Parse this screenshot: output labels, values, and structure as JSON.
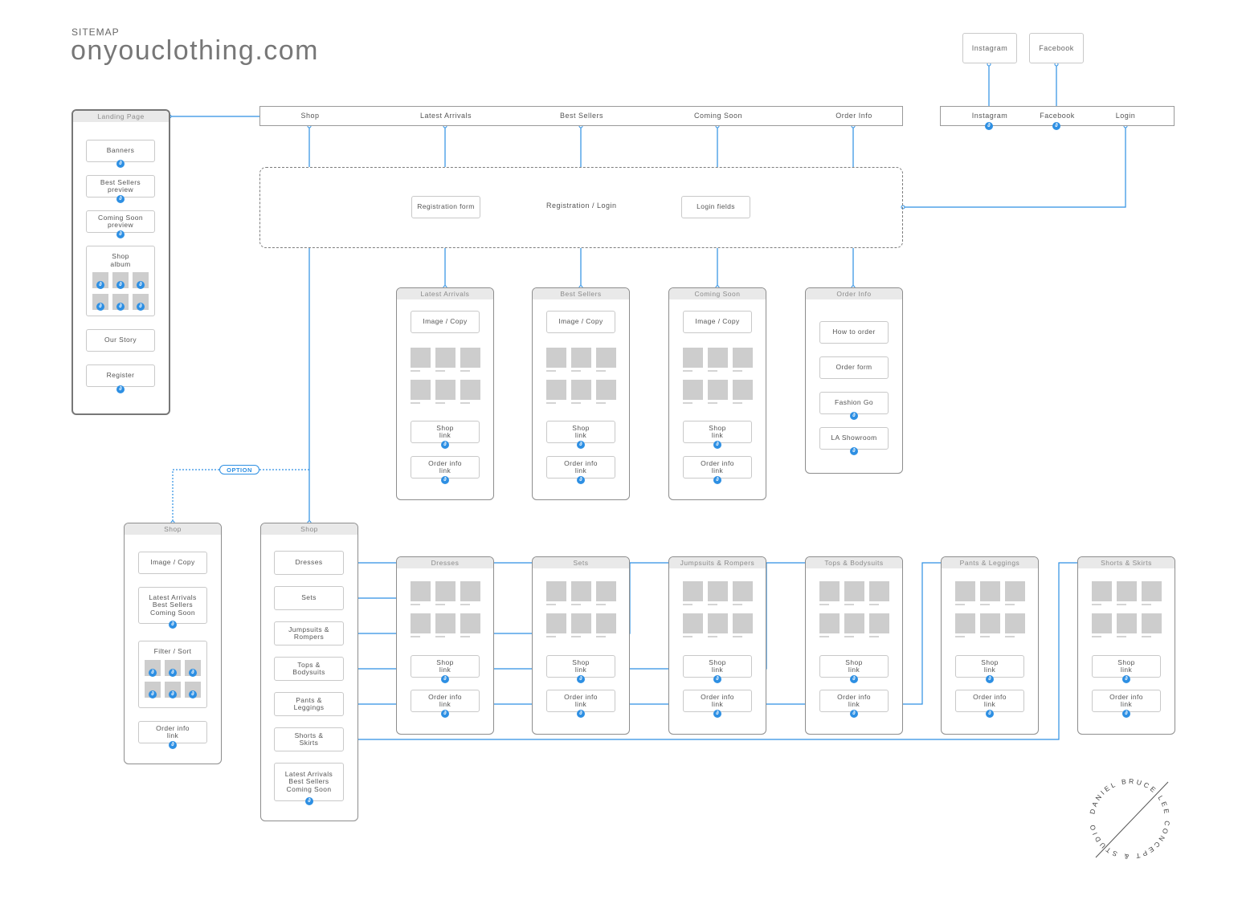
{
  "header": {
    "small": "SITEMAP",
    "title": "onyouclothing.com"
  },
  "colors": {
    "link": "#2d8fe3",
    "line": "#9a9a9a",
    "panel_header": "#e9e9e9",
    "thumb": "#cdcdcd"
  },
  "badge_glyph": "∂",
  "top_nav": {
    "shop": "Shop",
    "latest": "Latest Arrivals",
    "best": "Best Sellers",
    "coming": "Coming Soon",
    "order": "Order Info"
  },
  "social_nav": {
    "instagram": "Instagram",
    "facebook": "Facebook",
    "login": "Login"
  },
  "external": {
    "instagram": "Instagram",
    "facebook": "Facebook"
  },
  "registration": {
    "title": "Registration / Login",
    "form": "Registration form",
    "login_fields": "Login fields"
  },
  "landing": {
    "title": "Landing Page",
    "banners": "Banners",
    "best_sellers": "Best Sellers preview",
    "coming_soon": "Coming Soon preview",
    "shop_album": "Shop album",
    "our_story": "Our Story",
    "register": "Register"
  },
  "section_panels": {
    "latest": "Latest Arrivals",
    "best": "Best Sellers",
    "coming": "Coming Soon",
    "order_info": "Order Info"
  },
  "common": {
    "image_copy": "Image / Copy",
    "shop_link": "Shop link",
    "order_info_link": "Order info link"
  },
  "order_info_panel": {
    "how_to_order": "How to order",
    "order_form": "Order form",
    "fashion_go": "Fashion Go",
    "la_showroom": "LA Showroom"
  },
  "option_label": "OPTION",
  "shop_option": {
    "title": "Shop",
    "image_copy": "Image / Copy",
    "highlights": "Latest Arrivals Best Sellers Coming Soon",
    "filter_sort": "Filter / Sort",
    "order_info_link": "Order info link"
  },
  "shop_main": {
    "title": "Shop",
    "dresses": "Dresses",
    "sets": "Sets",
    "jumpsuits": "Jumpsuits & Rompers",
    "tops": "Tops & Bodysuits",
    "pants": "Pants & Leggings",
    "shorts": "Shorts & Skirts",
    "highlights": "Latest Arrivals Best Sellers Coming Soon"
  },
  "category_panels": {
    "dresses": "Dresses",
    "sets": "Sets",
    "jumpsuits": "Jumpsuits & Rompers",
    "tops": "Tops & Bodysuits",
    "pants": "Pants & Leggings",
    "shorts": "Shorts & Skirts"
  },
  "studio": "DANIEL BRUCE LEE CONCEPT & STUDIO"
}
